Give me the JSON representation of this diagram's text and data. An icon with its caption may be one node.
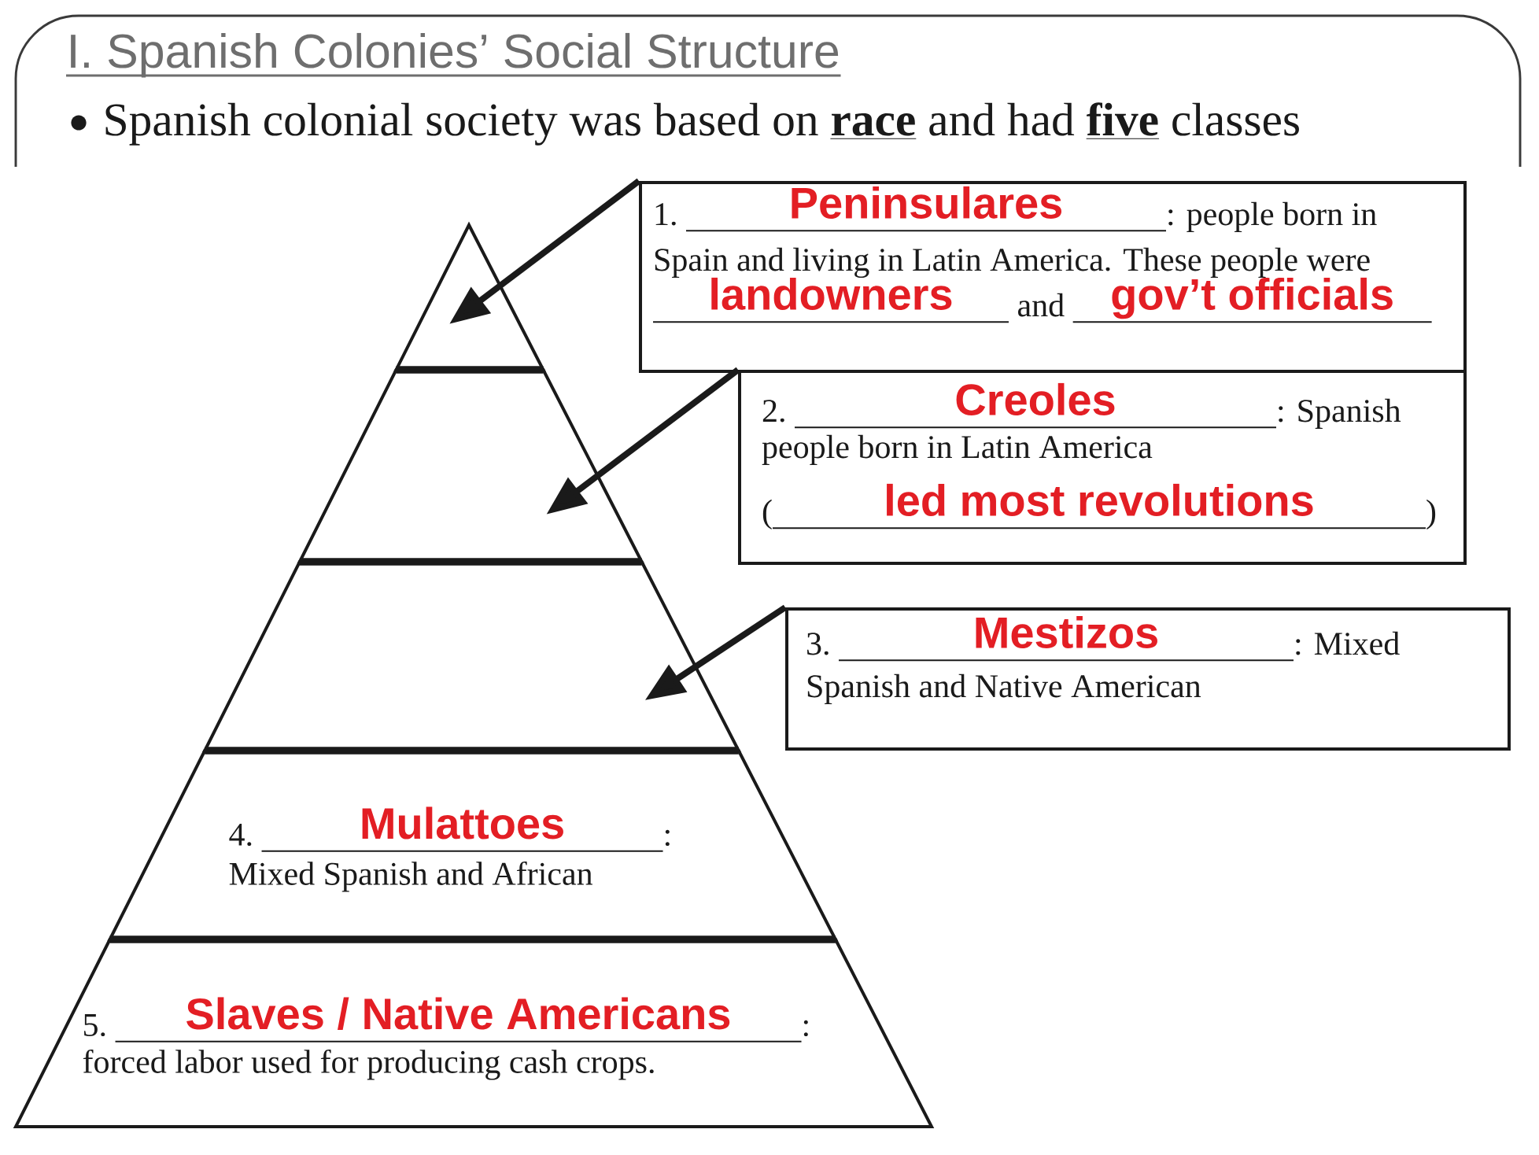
{
  "diagram": {
    "title": "I. Spanish Colonies’ Social Structure",
    "nodes": [
      {
        "text": [
          "1.",
          "Peninsulares",
          ": people born in",
          "Spain and living in Latin America. These people were",
          "landowners",
          "and",
          "gov’t officials"
        ]
      },
      {
        "text": [],
        "shape": "triangle"
      },
      {
        "text": [
          "2.",
          "Creoles",
          ": Spanish",
          "people born in Latin America",
          "(",
          "led most revolutions",
          ")"
        ]
      },
      {
        "text": [],
        "shape": "trapezoid"
      },
      {
        "text": [
          "3.",
          "Mestizos",
          ": Mixed",
          "Spanish and Native American"
        ]
      },
      {
        "text": [],
        "shape": "trapezoid"
      },
      {
        "text": [
          "4.",
          "Mulattoes",
          ":",
          "Mixed Spanish and African"
        ]
      },
      {
        "text": [
          "5.",
          "Slaves / Native Americans",
          ":",
          "forced labor used for producing cash crops."
        ]
      }
    ],
    "edges": [
      {
        "from": 0,
        "to": 1,
        "arrow": "to"
      },
      {
        "from": 2,
        "to": 3,
        "arrow": "to"
      },
      {
        "from": 4,
        "to": 5,
        "arrow": "to"
      }
    ],
    "labels": [
      "Spanish colonial society was based on **race** and had **five** classes"
    ]
  }
}
